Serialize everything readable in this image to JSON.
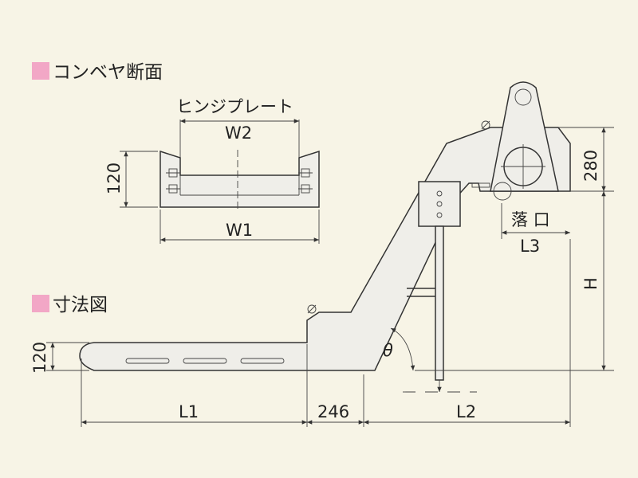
{
  "sections": {
    "cross_section_title": "コンベヤ断面",
    "dimension_title": "寸法図",
    "marker_color": "#f2a7c6"
  },
  "cross_section": {
    "hinge_plate_label": "ヒンジプレート",
    "w2_label": "W2",
    "w1_label": "W1",
    "height_label": "120"
  },
  "dimension_view": {
    "height_120_label": "120",
    "l1_label": "L1",
    "offset_label": "246",
    "l2_label": "L2",
    "h_label": "H",
    "top_280_label": "280",
    "outlet_label": "落 口",
    "l3_label": "L3",
    "angle_label": "θ"
  }
}
